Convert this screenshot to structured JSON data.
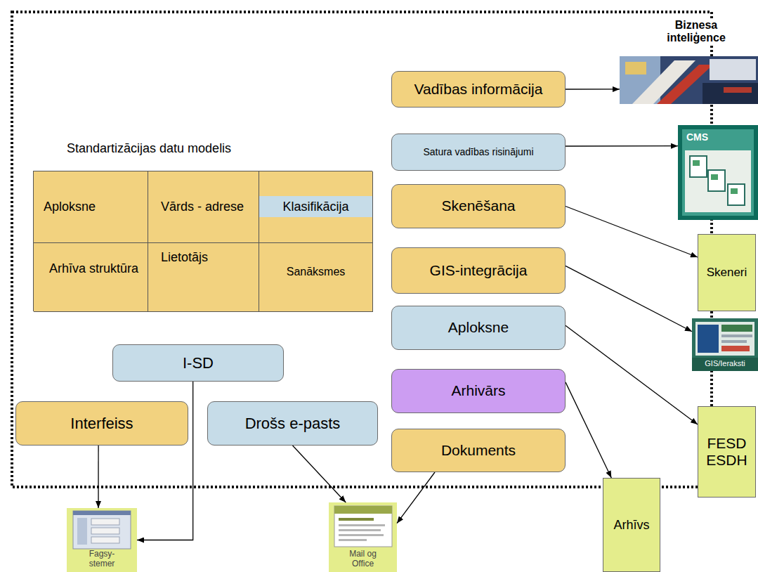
{
  "diagram": {
    "nodes": [
      {
        "text": [
          "Vadības informācija"
        ]
      },
      {
        "text": [
          "Biznesa inteliģence"
        ]
      },
      {
        "text": [
          "Satura vadības risinājumi"
        ]
      },
      {
        "text": [
          "CMS"
        ]
      },
      {
        "text": [
          "Standartizācijas datu modelis"
        ]
      },
      {
        "text": [
          "Aploksne"
        ],
        "in": 4
      },
      {
        "text": [
          "Vārds - adrese"
        ],
        "in": 4
      },
      {
        "text": [
          "Klasifikācija"
        ],
        "in": 4
      },
      {
        "text": [
          "Arhīva struktūra"
        ],
        "in": 4
      },
      {
        "text": [
          "Lietotājs"
        ],
        "in": 4
      },
      {
        "text": [
          "Sanāksmes"
        ],
        "in": 4
      },
      {
        "text": [
          "Skenēšana"
        ]
      },
      {
        "text": [
          "Skeneri"
        ]
      },
      {
        "text": [
          "GIS-integrācija"
        ]
      },
      {
        "text": [
          "GIS/Ieraksti"
        ]
      },
      {
        "text": [
          "Aploksne"
        ]
      },
      {
        "text": [
          "I-SD"
        ]
      },
      {
        "text": [
          "Arhivārs"
        ]
      },
      {
        "text": [
          "FESD ESDH"
        ]
      },
      {
        "text": [
          "Interfeiss"
        ]
      },
      {
        "text": [
          "Drošs e-pasts"
        ]
      },
      {
        "text": [
          "Dokuments"
        ]
      },
      {
        "text": [
          "Arhīvs"
        ]
      },
      {
        "text": [
          "Fagsy- stemer"
        ]
      },
      {
        "text": [
          "Mail og Office"
        ]
      }
    ],
    "edges": [
      {
        "from": 0,
        "to": 1,
        "arrow": "to"
      },
      {
        "from": 2,
        "to": 3,
        "arrow": "to"
      },
      {
        "from": 11,
        "to": 12,
        "arrow": "to"
      },
      {
        "from": 13,
        "to": 14,
        "arrow": "to"
      },
      {
        "from": 15,
        "to": 18,
        "arrow": "to"
      },
      {
        "from": 17,
        "to": 22,
        "arrow": "to"
      },
      {
        "from": 21,
        "to": 24,
        "arrow": "to"
      },
      {
        "from": 20,
        "to": 24,
        "arrow": "to"
      },
      {
        "from": 19,
        "to": 23,
        "arrow": "to"
      },
      {
        "from": 16,
        "to": 23,
        "arrow": "to"
      }
    ]
  }
}
